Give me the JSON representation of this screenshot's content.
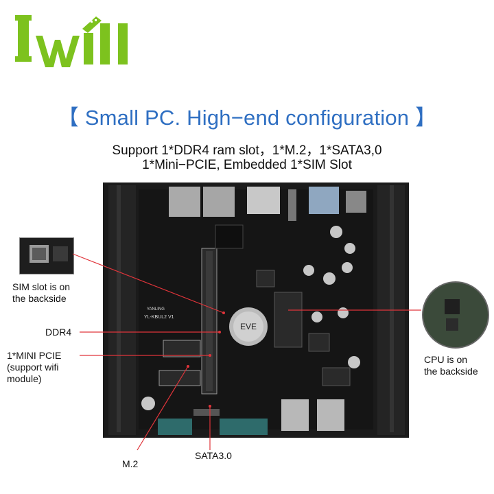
{
  "logo": {
    "text": "Iwill",
    "icon": "iwill-logo"
  },
  "headline": {
    "title": "【 Small PC. High−end configuration 】"
  },
  "specs": {
    "line1": "Support 1*DDR4 ram slot，1*M.2，1*SATA3,0",
    "line2": "1*Mini−PCIE, Embedded 1*SIM Slot"
  },
  "board": {
    "silkscreen_brand": "YANLING",
    "silkscreen_model": "YL-KBUL2 V1",
    "battery_text": "EVE"
  },
  "callouts": {
    "sim": {
      "line1": "SIM slot is on",
      "line2": "the backside"
    },
    "ddr4": {
      "text": "DDR4"
    },
    "minipcie": {
      "line1": "1*MINI PCIE",
      "line2": "(support wifi",
      "line3": "module)"
    },
    "m2": {
      "text": "M.2"
    },
    "sata": {
      "text": "SATA3.0"
    },
    "cpu": {
      "line1": "CPU is on",
      "line2": "the backside"
    }
  },
  "colors": {
    "title_blue": "#2f6fc2",
    "logo_green": "#7dc21e",
    "callout_red": "#e0343a",
    "board_black": "#1b1b1b"
  }
}
